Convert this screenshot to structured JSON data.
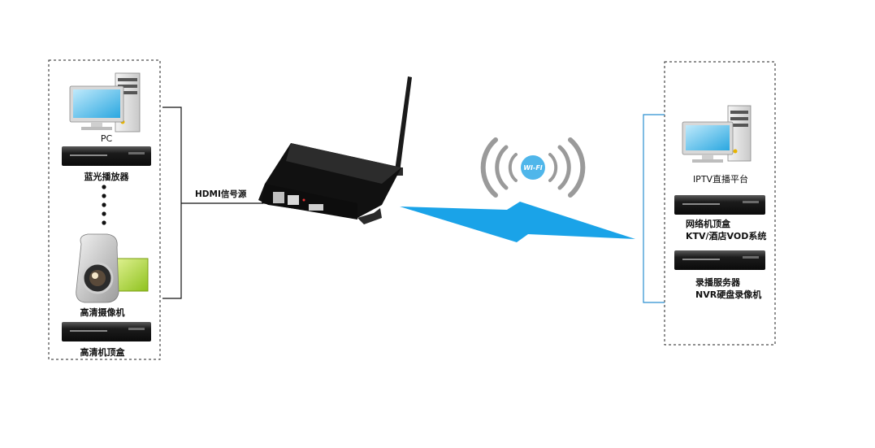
{
  "sources": {
    "pc": "PC",
    "bluray": "蓝光播放器",
    "camera": "高清摄像机",
    "stb": "高清机顶盒"
  },
  "link_label": "HDMI信号源",
  "wifi_badge": "WI-FI",
  "targets": {
    "iptv": "IPTV直播平台",
    "network_stb_line1": "网络机顶盒",
    "network_stb_line2": "KTV/酒店VOD系统",
    "recorder_line1": "录播服务器",
    "recorder_line2": "NVR硬盘录像机"
  },
  "colors": {
    "wire": "#111111",
    "wire_right": "#2a8fd0",
    "bolt": "#1aa3e8",
    "wifi_badge": "#4fb6ea",
    "wifi_arc": "#9a9a9a"
  }
}
